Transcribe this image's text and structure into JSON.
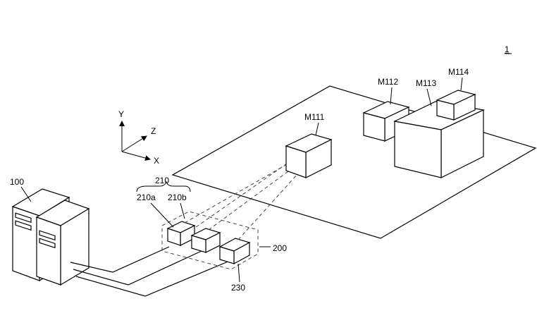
{
  "figure_number": "1",
  "axes": {
    "y": "Y",
    "z": "Z",
    "x": "X"
  },
  "labels": {
    "server": "100",
    "sensor_unit": "200",
    "sensor_group": "210",
    "sensor_a": "210a",
    "sensor_b": "210b",
    "cable_bundle": "230",
    "m111": "M111",
    "m112": "M112",
    "m113": "M113",
    "m114": "M114"
  }
}
